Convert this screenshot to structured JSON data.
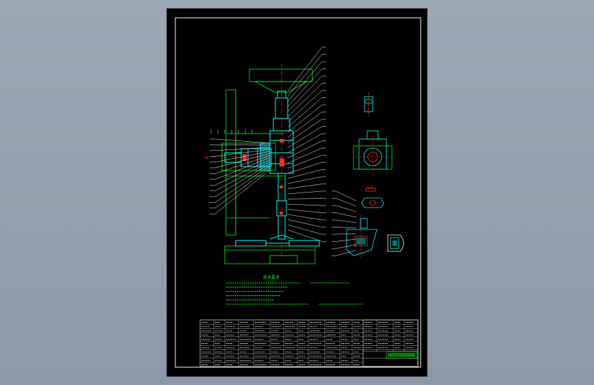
{
  "drawing": {
    "background_color": "#000000",
    "frame_color": "#ffffff",
    "part_color": "#00ffff",
    "outline_color": "#00ff00",
    "centerline_color": "#ff3333",
    "leader_color": "#ffffff"
  },
  "notes": {
    "heading": "技术要求"
  },
  "section_labels": {
    "a": "A",
    "b": "B-B"
  }
}
